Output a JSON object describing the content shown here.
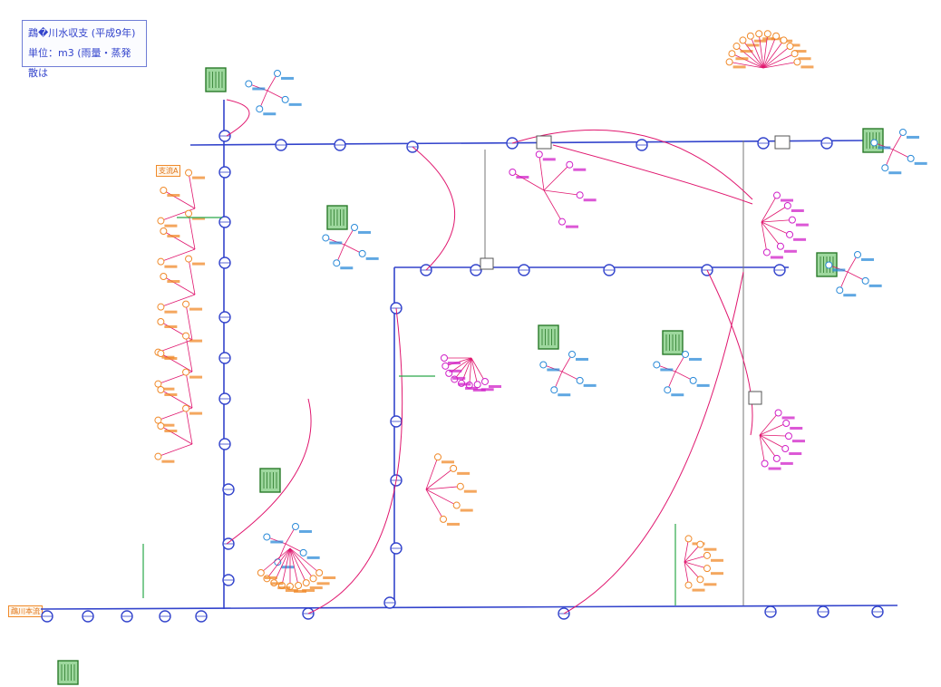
{
  "header": {
    "title_line1": "鵡�川水収支 (平成9年)",
    "title_line2": "単位：m3 (雨量・蒸発散は"
  },
  "source_tags": {
    "upper": "支流A",
    "lower": "鵡川本流"
  },
  "colors": {
    "river_line": "#3344cc",
    "connector": "#e0166e",
    "inflow_node": "#f08a2a",
    "sub_basin": "#2aa84a",
    "label_blue": "#2a8ad8",
    "label_magenta": "#d020c8",
    "tank_fill": "#9ed89e"
  }
}
